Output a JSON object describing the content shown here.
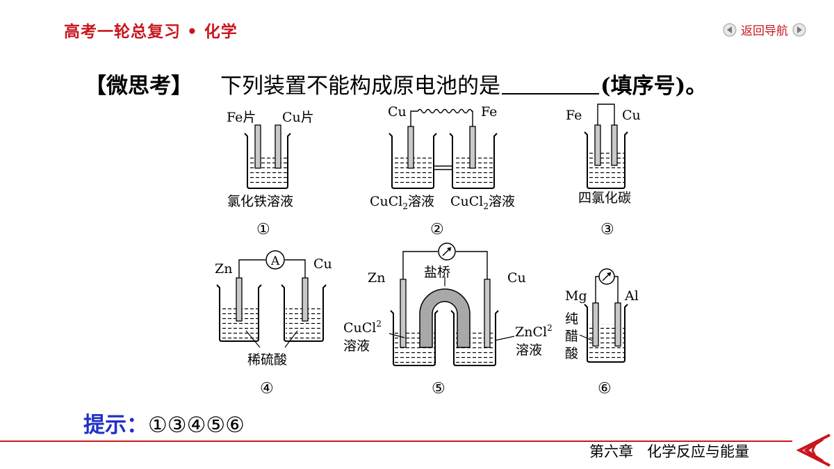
{
  "header": {
    "title": "高考一轮总复习 • 化学",
    "nav_label": "返回导航"
  },
  "question": {
    "lead": "【微思考】",
    "text": "下列装置不能构成原电池的是",
    "suffix": "(填序号)。"
  },
  "figures": {
    "f1": {
      "left": "Fe片",
      "right": "Cu片",
      "solution": "氯化铁溶液",
      "num": "①"
    },
    "f2": {
      "left": "Cu",
      "right": "Fe",
      "sol_left": "CuCl",
      "sol_right": "CuCl",
      "sub": "2",
      "sol_suffix": "溶液",
      "num": "②"
    },
    "f3": {
      "left": "Fe",
      "right": "Cu",
      "solution": "四氯化碳",
      "num": "③"
    },
    "f4": {
      "left": "Zn",
      "right": "Cu",
      "meter": "A",
      "solution": "稀硫酸",
      "num": "④"
    },
    "f5": {
      "left": "Zn",
      "right": "Cu",
      "bridge": "盐桥",
      "sol_left": "CuCl",
      "sol_right": "ZnCl",
      "sub": "2",
      "sol_suffix": "溶液",
      "num": "⑤"
    },
    "f6": {
      "left": "Mg",
      "right": "Al",
      "sol1": "纯",
      "sol2": "醋",
      "sol3": "酸",
      "num": "⑥"
    }
  },
  "hint": {
    "label": "提示：",
    "answer": "①③④⑤⑥"
  },
  "footer": {
    "chapter": "第六章   化学反应与能量"
  },
  "colors": {
    "accent": "#c8161d",
    "hint": "#1f30c8"
  }
}
